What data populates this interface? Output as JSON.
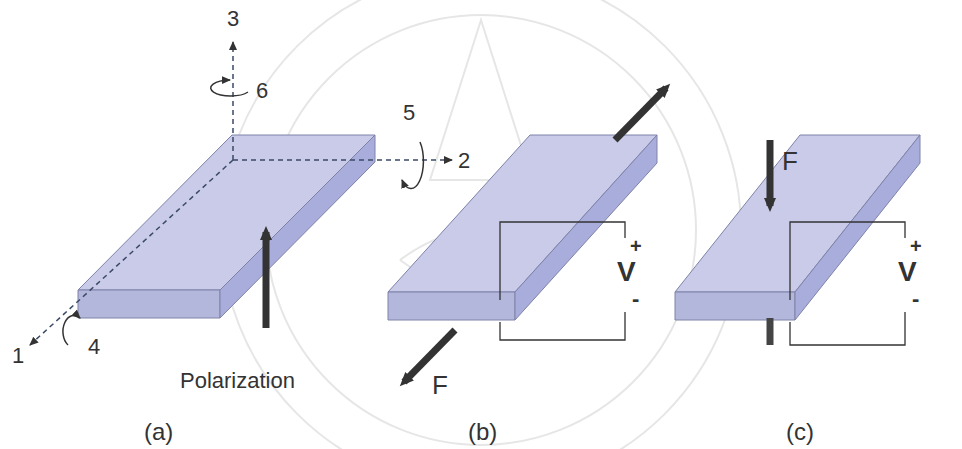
{
  "diagram": {
    "labels": [
      "3",
      "6",
      "5",
      "2",
      "1",
      "4",
      "Polarization",
      "(a)",
      "F",
      "+",
      "V",
      "-",
      "(b)",
      "F",
      "+",
      "V",
      "-",
      "(c)"
    ]
  }
}
